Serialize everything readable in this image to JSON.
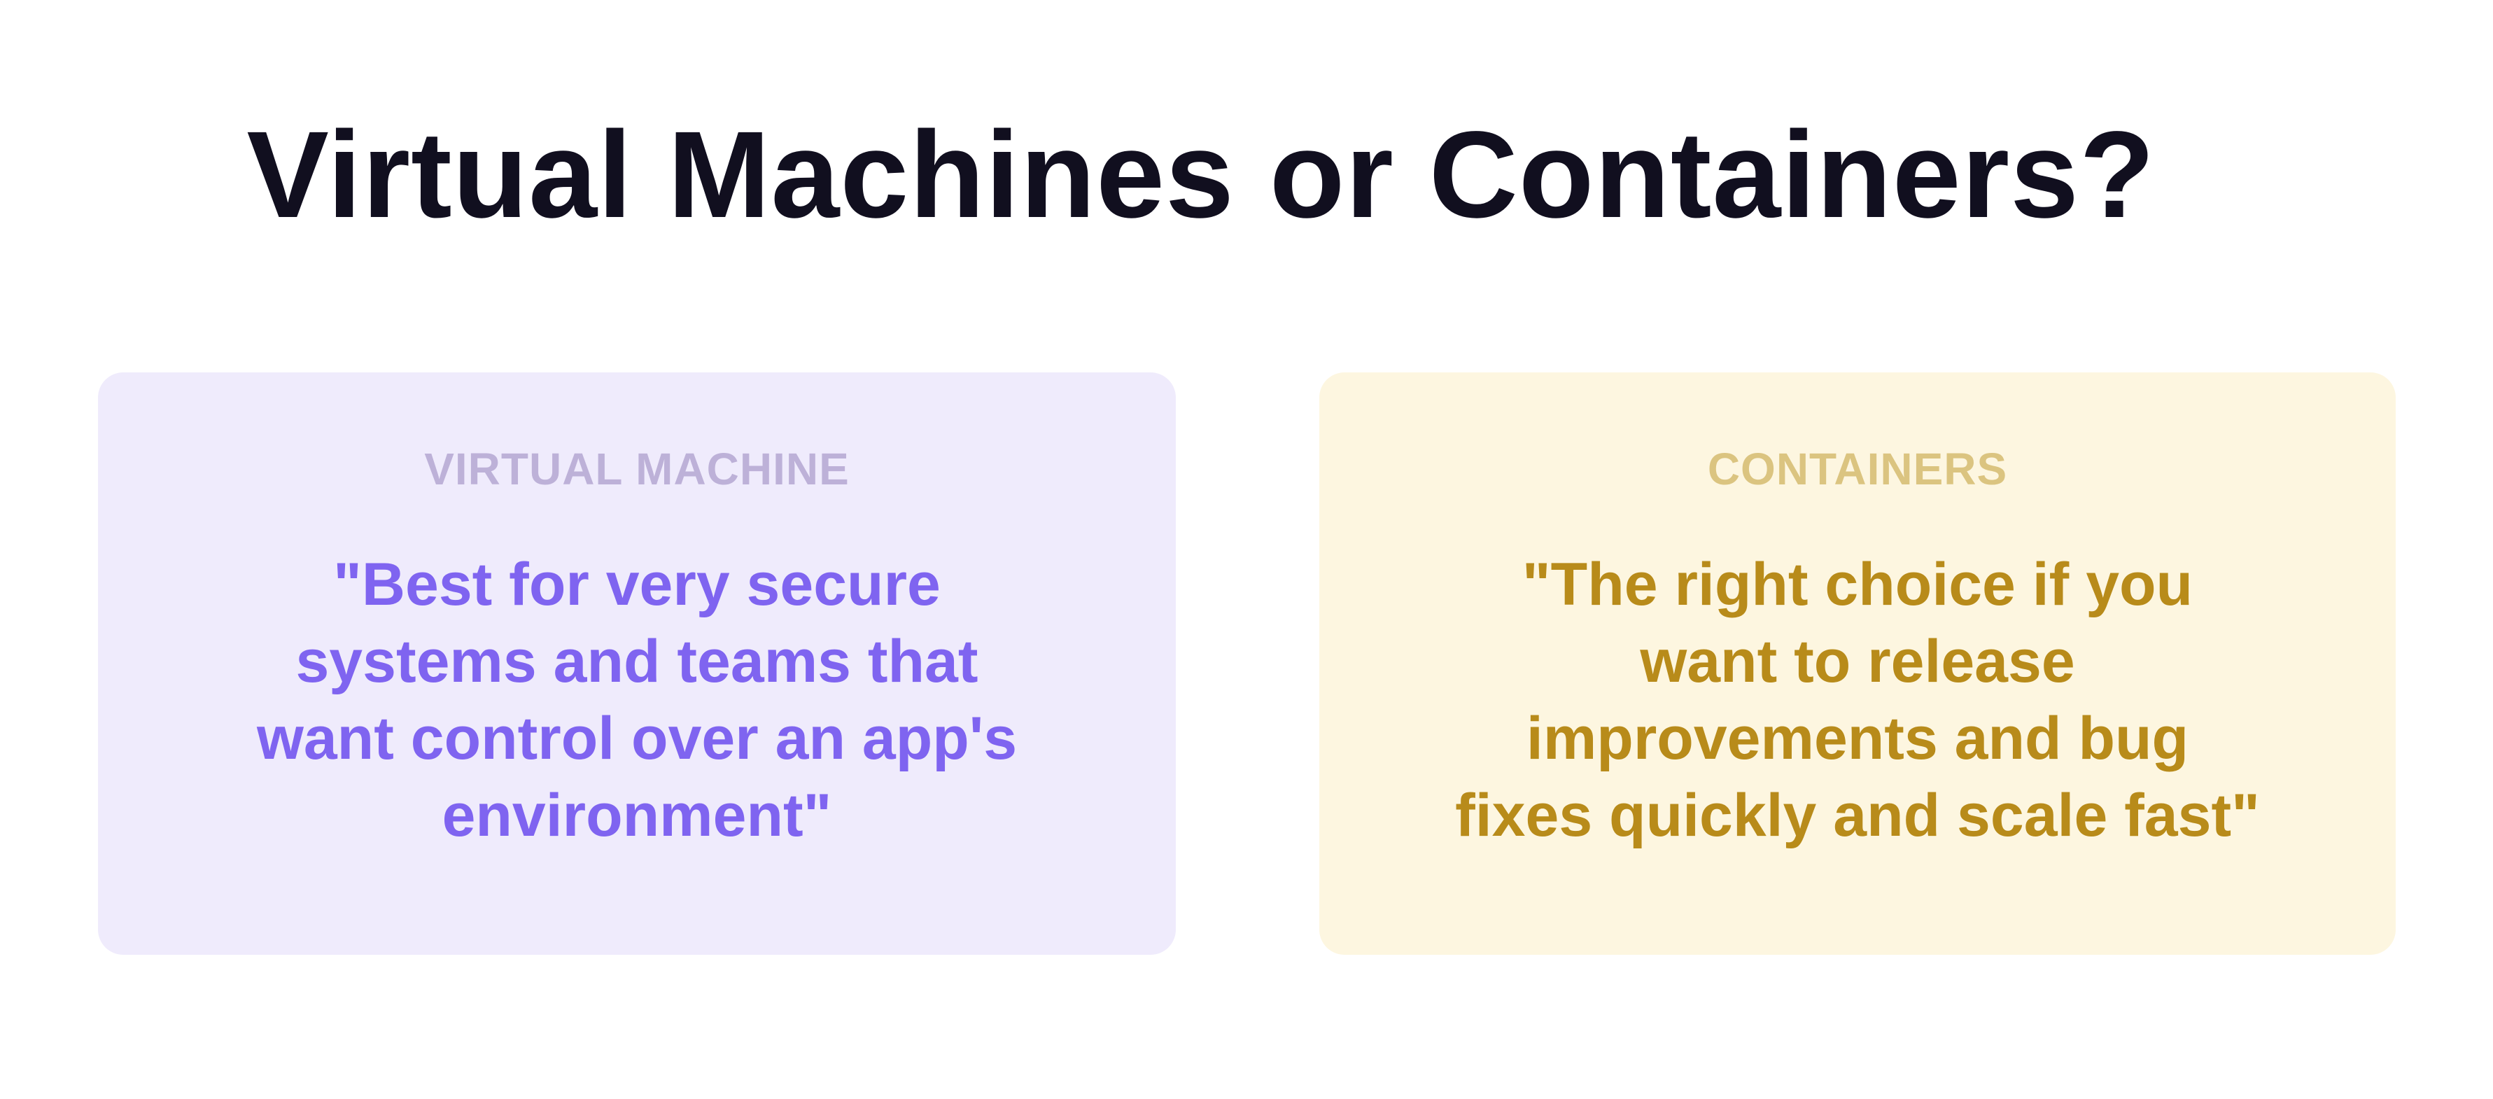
{
  "page": {
    "title": "Virtual Machines or Containers?"
  },
  "cards": [
    {
      "label": "VIRTUAL MACHINE",
      "quote_lines": [
        "\"Best for very secure",
        "systems and teams that",
        "want control over an app's",
        "environment\""
      ],
      "colors": {
        "background": "#efebfc",
        "label": "#bdb1d8",
        "quote": "#7f64f0"
      }
    },
    {
      "label": "CONTAINERS",
      "quote_lines": [
        "\"The right choice if you",
        "want to release",
        "improvements and bug",
        "fixes quickly and scale fast\""
      ],
      "colors": {
        "background": "#fdf6e0",
        "label": "#dbc480",
        "quote": "#b88b1a"
      }
    }
  ],
  "colors": {
    "title": "#110f1f",
    "page_background": "#ffffff"
  }
}
